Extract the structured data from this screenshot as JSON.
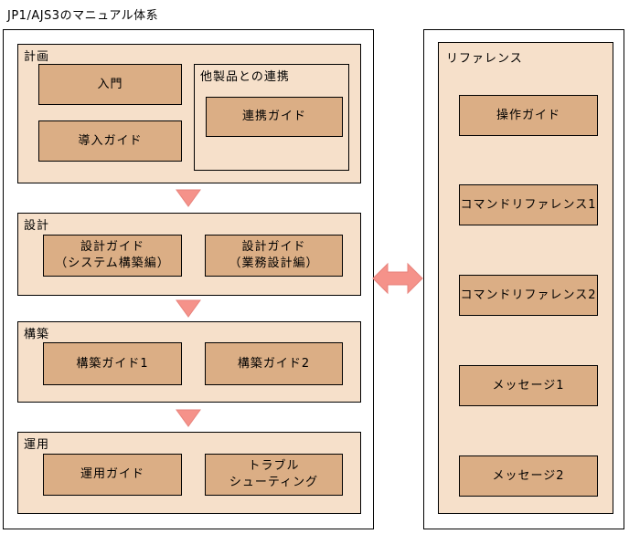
{
  "title": "JP1/AJS3のマニュアル体系",
  "colors": {
    "section_bg": "#F6E0CA",
    "box_bg": "#DBAE85",
    "arrow_fill": "#F5928A",
    "arrow_stroke": "#E8837C",
    "line": "#000000"
  },
  "left_panel": {
    "sections": [
      {
        "label": "計画",
        "boxes": [
          "入門",
          "導入ガイド"
        ],
        "subgroup": {
          "label": "他製品との連携",
          "boxes": [
            "連携ガイド"
          ]
        }
      },
      {
        "label": "設計",
        "boxes": [
          "設計ガイド\n（システム構築編）",
          "設計ガイド\n（業務設計編）"
        ]
      },
      {
        "label": "構築",
        "boxes": [
          "構築ガイド1",
          "構築ガイド2"
        ]
      },
      {
        "label": "運用",
        "boxes": [
          "運用ガイド",
          "トラブル\nシューティング"
        ]
      }
    ]
  },
  "right_panel": {
    "label": "リファレンス",
    "boxes": [
      "操作ガイド",
      "コマンドリファレンス1",
      "コマンドリファレンス2",
      "メッセージ1",
      "メッセージ2"
    ]
  }
}
